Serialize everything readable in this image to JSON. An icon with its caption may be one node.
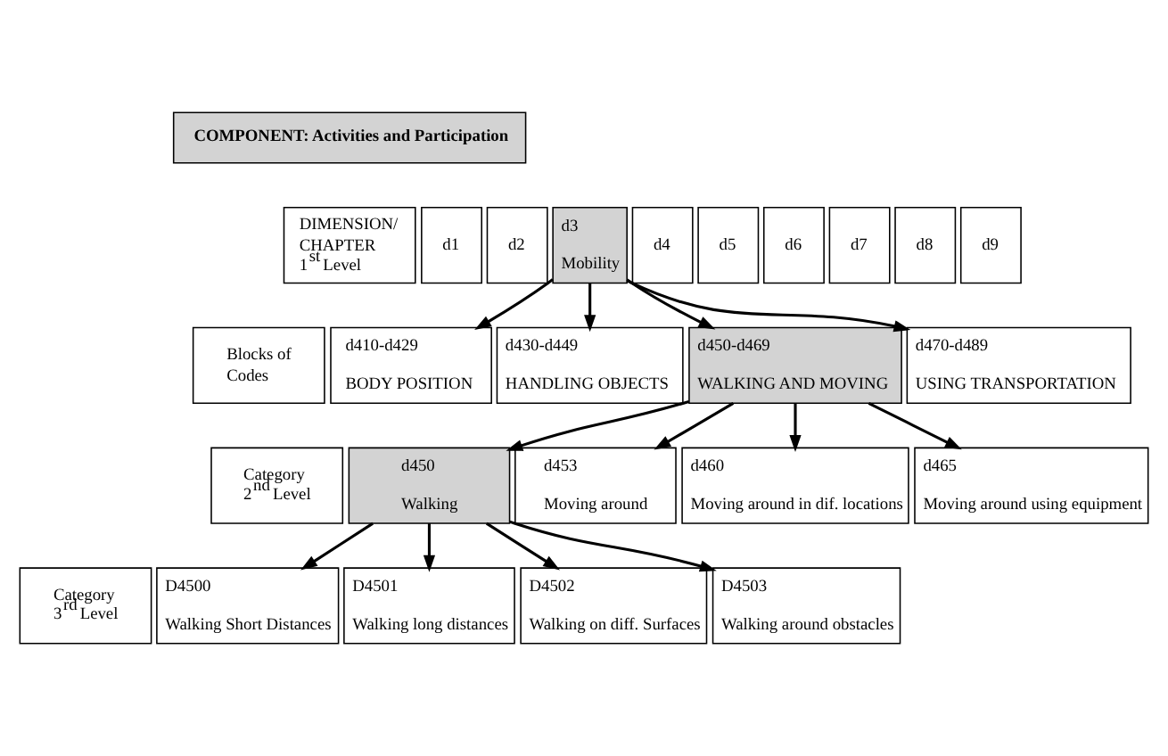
{
  "diagram": {
    "nodes": [
      {
        "text": [
          "COMPONENT: Activities and Participation"
        ]
      },
      {
        "text": [
          "DIMENSION/ CHAPTER 1$^{st}$ Level"
        ]
      },
      {
        "text": [
          "d1"
        ]
      },
      {
        "text": [
          "d2"
        ]
      },
      {
        "text": [
          "d3",
          "Mobility"
        ]
      },
      {
        "text": [
          "d4"
        ]
      },
      {
        "text": [
          "d5"
        ]
      },
      {
        "text": [
          "d6"
        ]
      },
      {
        "text": [
          "d7"
        ]
      },
      {
        "text": [
          "d8"
        ]
      },
      {
        "text": [
          "d9"
        ]
      },
      {
        "text": [
          "Blocks of Codes"
        ]
      },
      {
        "text": [
          "d410-d429",
          "BODY POSITION"
        ]
      },
      {
        "text": [
          "d430-d449",
          "HANDLING OBJECTS"
        ]
      },
      {
        "text": [
          "d450-d469",
          "WALKING AND MOVING"
        ]
      },
      {
        "text": [
          "d470-d489",
          "USING TRANSPORTATION"
        ]
      },
      {
        "text": [
          "Category 2$^{nd}$ Level"
        ]
      },
      {
        "text": [
          "d450",
          "Walking"
        ]
      },
      {
        "text": [
          "d453",
          "Moving around"
        ]
      },
      {
        "text": [
          "d460",
          "Moving around in dif. locations"
        ]
      },
      {
        "text": [
          "d465",
          "Moving around using equipment"
        ]
      },
      {
        "text": [
          "Category 3$^{rd}$ Level"
        ]
      },
      {
        "text": [
          "D4500",
          "Walking Short Distances"
        ]
      },
      {
        "text": [
          "D4501",
          "Walking long distances"
        ]
      },
      {
        "text": [
          "D4502",
          "Walking on diff. Surfaces"
        ]
      },
      {
        "text": [
          "D4503",
          "Walking around obstacles"
        ]
      }
    ],
    "edges": [
      {
        "from": 4,
        "to": 12,
        "arrow": "to"
      },
      {
        "from": 4,
        "to": 13,
        "arrow": "to"
      },
      {
        "from": 4,
        "to": 14,
        "arrow": "to"
      },
      {
        "from": 4,
        "to": 15,
        "arrow": "to"
      },
      {
        "from": 14,
        "to": 17,
        "arrow": "to"
      },
      {
        "from": 14,
        "to": 18,
        "arrow": "to"
      },
      {
        "from": 14,
        "to": 19,
        "arrow": "to"
      },
      {
        "from": 14,
        "to": 20,
        "arrow": "to"
      },
      {
        "from": 17,
        "to": 22,
        "arrow": "to"
      },
      {
        "from": 17,
        "to": 23,
        "arrow": "to"
      },
      {
        "from": 17,
        "to": 24,
        "arrow": "to"
      },
      {
        "from": 17,
        "to": 25,
        "arrow": "to"
      }
    ]
  }
}
